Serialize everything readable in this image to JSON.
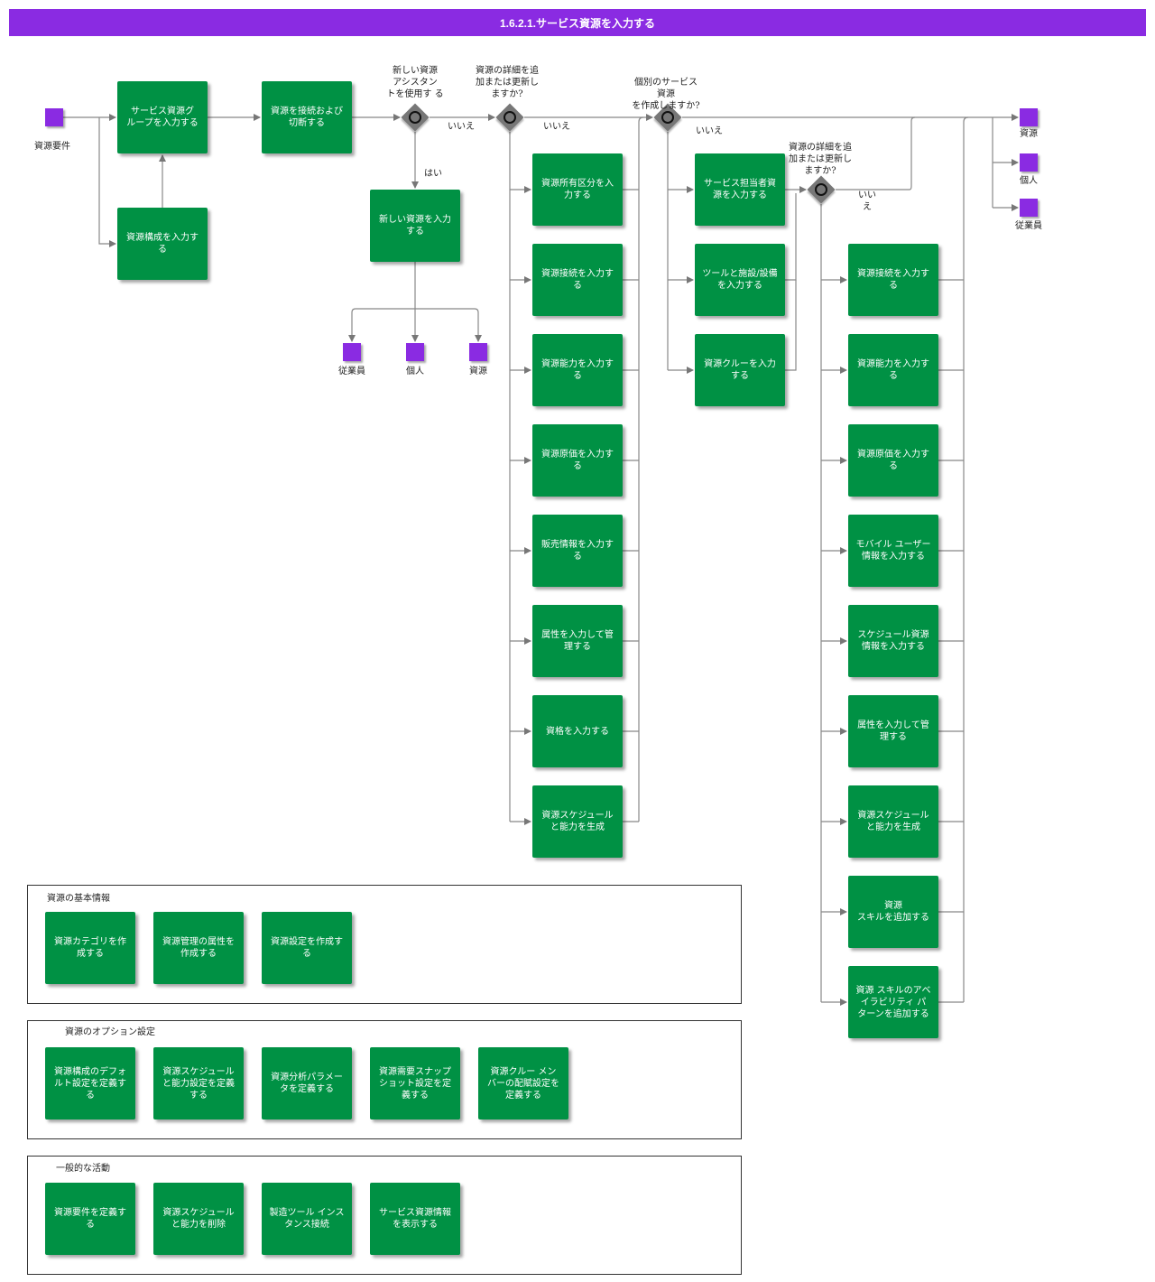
{
  "title": "1.6.2.1.サービス資源を入力する",
  "colors": {
    "header": "#8a2be2",
    "activity": "#009144",
    "object": "#8a2be2",
    "gateway": "#777777"
  },
  "start_object": {
    "label": "資源要件"
  },
  "activities": {
    "enter_group": "サービス資源グ\nループを入力する",
    "enter_config": "資源構成を入力す\nる",
    "connect": "資源を接続および\n切断する",
    "enter_new": "新しい資源を入力\nする",
    "col1": [
      "資源所有区分を入\n力する",
      "資源接続を入力す\nる",
      "資源能力を入力す\nる",
      "資源原価を入力す\nる",
      "販売情報を入力す\nる",
      "属性を入力して管\n理する",
      "資格を入力する",
      "資源スケジュール\nと能力を生成"
    ],
    "col2": [
      "サービス担当者資\n源を入力する",
      "ツールと施設/設備\nを入力する",
      "資源クルーを入力\nする"
    ],
    "col3": [
      "資源接続を入力す\nる",
      "資源能力を入力す\nる",
      "資源原価を入力す\nる",
      "モバイル ユーザー\n情報を入力する",
      "スケジュール資源\n情報を入力する",
      "属性を入力して管\n理する",
      "資源スケジュール\nと能力を生成",
      "資源\nスキルを追加する",
      "資源 スキルのアベ\nイラビリティ パ\nターンを追加する"
    ]
  },
  "gateways": {
    "g1_question": "新しい資源\nアシスタン\nトを使用す る",
    "g1_yes": "はい",
    "g1_no": "いいえ",
    "g2_question": "資源の詳細を追\n加または更新し\nますか?",
    "g2_no": "いいえ",
    "g3_question": "個別のサービス\n資源\nを作成しますか?",
    "g3_no": "いいえ",
    "g4_question": "資源の詳細を追\n加または更新し\nますか?",
    "g4_no": "いい\nえ"
  },
  "outputs_mid": [
    "従業員",
    "個人",
    "資源"
  ],
  "outputs_end": [
    "資源",
    "個人",
    "従業員"
  ],
  "groups": [
    {
      "title": "資源の基本情報",
      "items": [
        "資源カテゴリを作\n成する",
        "資源管理の属性を\n作成する",
        "資源設定を作成す\nる"
      ]
    },
    {
      "title": "資源のオプション設定",
      "items": [
        "資源構成のデフォ\nルト設定を定義す\nる",
        "資源スケジュール\nと能力設定を定義\nする",
        "資源分析パラメー\nタを定義する",
        "資源需要スナップ\nショット設定を定\n義する",
        "資源クルー メン\nバーの配賦設定を\n定義する"
      ]
    },
    {
      "title": "一般的な活動",
      "items": [
        "資源要件を定義す\nる",
        "資源スケジュール\nと能力を削除",
        "製造ツール インス\nタンス接続",
        "サービス資源情報\nを表示する"
      ]
    }
  ]
}
